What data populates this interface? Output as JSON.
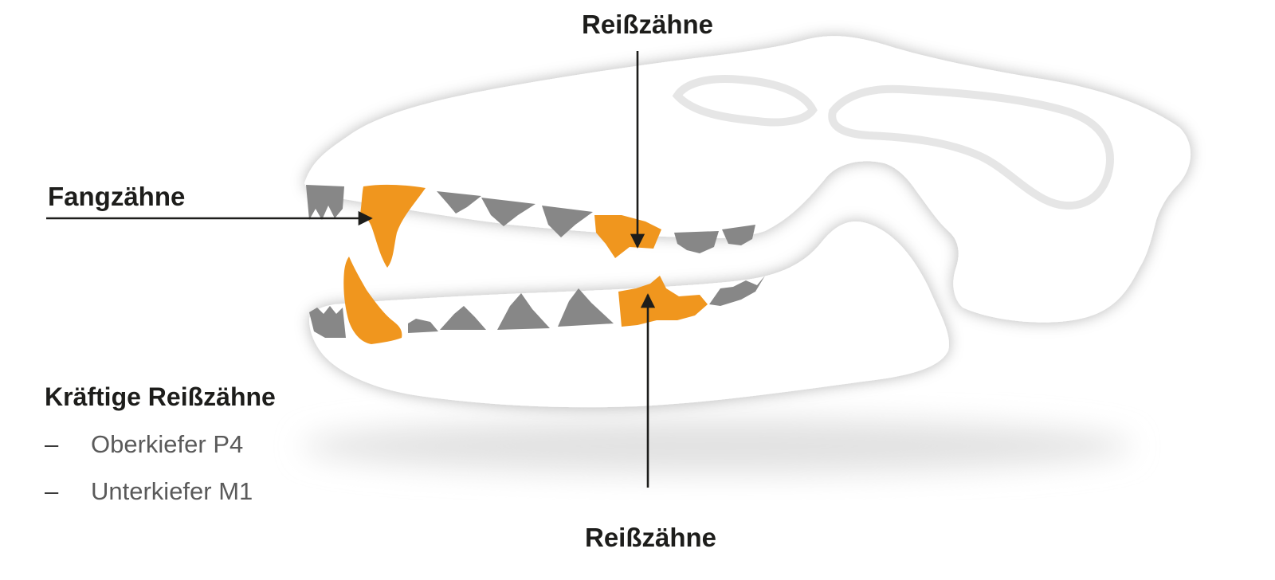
{
  "labels": {
    "carnassial_upper": "Reißzähne",
    "canines": "Fangzähne",
    "carnassial_lower": "Reißzähne"
  },
  "legend": {
    "title": "Kräftige Reißzähne",
    "items": [
      {
        "bullet": "–",
        "text": "Oberkiefer P4"
      },
      {
        "bullet": "–",
        "text": "Unterkiefer M1"
      }
    ]
  },
  "colors": {
    "highlight": "#F0961E",
    "teeth": "#878787",
    "skull": "#FFFFFF",
    "skull_shadow": "#D8D8D8",
    "arrows": "#1D1D1B",
    "text": "#1D1D1B"
  }
}
